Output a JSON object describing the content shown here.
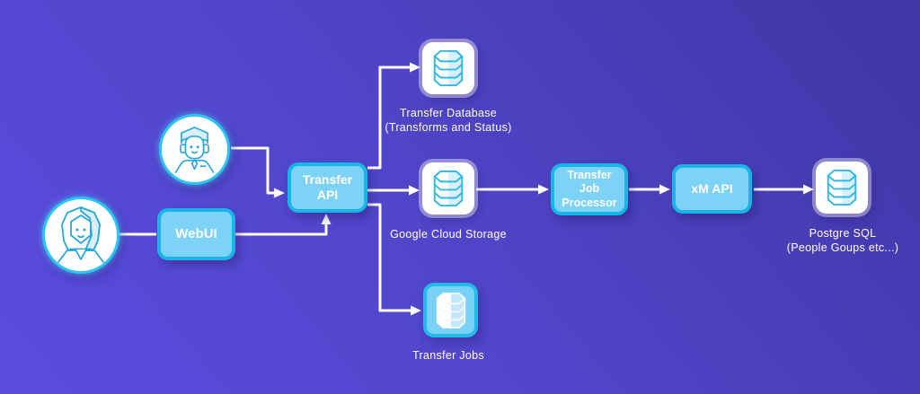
{
  "title": "Transfer data flow architecture diagram",
  "theme": {
    "bg_start": "#5c4ce0",
    "bg_mid": "#5045c8",
    "bg_end": "#4036a4",
    "accent_border": "#19b4e8",
    "box_fill": "#7dd3f5",
    "tile_blue_fill": "#79d2f5",
    "line_color": "#ffffff",
    "icon_stroke": "#2fb9e6",
    "text_color": "#ffffff"
  },
  "nodes": {
    "webui": {
      "label": "WebUI"
    },
    "transfer_api": {
      "label": "Transfer API"
    },
    "transfer_job_processor": {
      "label": "Transfer Job Processor"
    },
    "xm_api": {
      "label": "xM API"
    },
    "transfer_database": {
      "label": "Transfer Database",
      "sublabel": "(Transforms and Status)"
    },
    "google_cloud_storage": {
      "label": "Google Cloud Storage"
    },
    "transfer_jobs": {
      "label": "Transfer Jobs"
    },
    "postgre_sql": {
      "label": "Postgre SQL",
      "sublabel": "(People Goups etc...)"
    }
  },
  "icons": {
    "male_user": "male-user-avatar",
    "female_user": "female-user-avatar",
    "database": "database-cylinder-icon"
  },
  "connections": [
    {
      "from": "male-user",
      "to": "transfer-api",
      "arrow": true
    },
    {
      "from": "female-user",
      "to": "webui",
      "arrow": false
    },
    {
      "from": "webui",
      "to": "transfer-api",
      "arrow": true
    },
    {
      "from": "transfer-api",
      "to": "transfer-database",
      "arrow": true
    },
    {
      "from": "transfer-api",
      "to": "google-cloud-storage",
      "arrow": true
    },
    {
      "from": "transfer-api",
      "to": "transfer-jobs",
      "arrow": true
    },
    {
      "from": "google-cloud-storage",
      "to": "transfer-job-processor",
      "arrow": true
    },
    {
      "from": "transfer-job-processor",
      "to": "xm-api",
      "arrow": true
    },
    {
      "from": "xm-api",
      "to": "postgre-sql",
      "arrow": true
    }
  ]
}
